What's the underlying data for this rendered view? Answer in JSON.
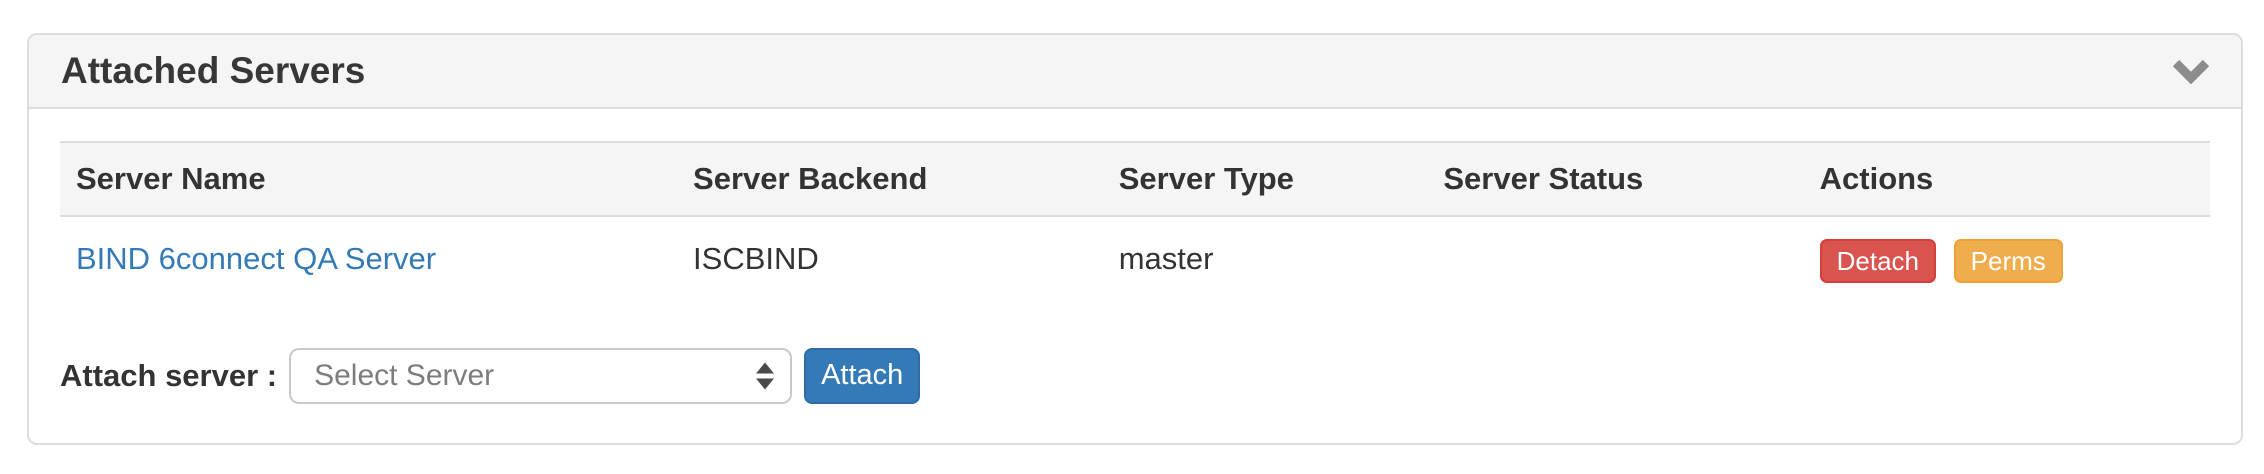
{
  "panel": {
    "title": "Attached Servers",
    "collapse_icon": "chevron-down-icon"
  },
  "table": {
    "columns": [
      "Server Name",
      "Server Backend",
      "Server Type",
      "Server Status",
      "Actions"
    ],
    "rows": [
      {
        "name": "BIND 6connect QA Server",
        "backend": "ISCBIND",
        "type": "master",
        "status": "",
        "actions": {
          "detach": "Detach",
          "perms": "Perms"
        }
      }
    ]
  },
  "attach": {
    "label": "Attach server :",
    "select_value": "Select Server",
    "button_label": "Attach"
  },
  "colors": {
    "link": "#337ab7",
    "detach_button": "#d9534f",
    "perms_button": "#f0ad4e",
    "attach_button": "#337ab7",
    "panel_heading_bg": "#f5f5f5",
    "table_header_bg": "#f5f5f5",
    "border": "#dddddd",
    "chevron": "#8c8c8c"
  }
}
